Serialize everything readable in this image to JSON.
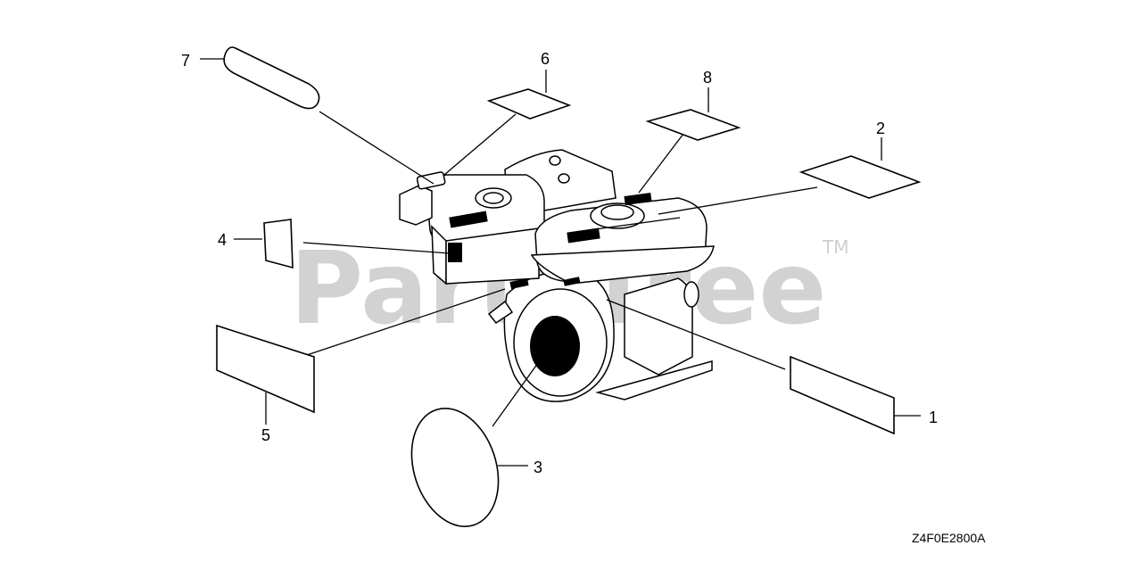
{
  "watermark": {
    "text": "PartsTree",
    "tm": "TM"
  },
  "diagram_code": "Z4F0E2800A",
  "callouts": [
    {
      "label": "1"
    },
    {
      "label": "2"
    },
    {
      "label": "3"
    },
    {
      "label": "4"
    },
    {
      "label": "5"
    },
    {
      "label": "6"
    },
    {
      "label": "7"
    },
    {
      "label": "8"
    }
  ]
}
